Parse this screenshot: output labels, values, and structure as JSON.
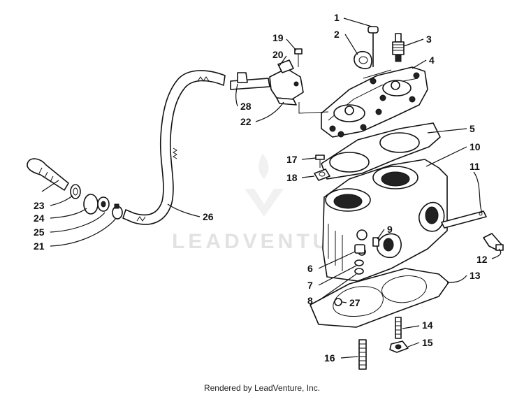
{
  "watermark": {
    "text": "LEADVENTURE"
  },
  "footer": {
    "text": "Rendered by LeadVenture, Inc."
  },
  "callouts": [
    {
      "id": "1",
      "label": "1"
    },
    {
      "id": "2",
      "label": "2"
    },
    {
      "id": "3",
      "label": "3"
    },
    {
      "id": "4",
      "label": "4"
    },
    {
      "id": "5",
      "label": "5"
    },
    {
      "id": "6",
      "label": "6"
    },
    {
      "id": "7",
      "label": "7"
    },
    {
      "id": "8",
      "label": "8"
    },
    {
      "id": "9",
      "label": "9"
    },
    {
      "id": "10",
      "label": "10"
    },
    {
      "id": "11",
      "label": "11"
    },
    {
      "id": "12",
      "label": "12"
    },
    {
      "id": "13",
      "label": "13"
    },
    {
      "id": "14",
      "label": "14"
    },
    {
      "id": "15",
      "label": "15"
    },
    {
      "id": "16",
      "label": "16"
    },
    {
      "id": "17",
      "label": "17"
    },
    {
      "id": "18",
      "label": "18"
    },
    {
      "id": "19",
      "label": "19"
    },
    {
      "id": "20",
      "label": "20"
    },
    {
      "id": "21",
      "label": "21"
    },
    {
      "id": "22",
      "label": "22"
    },
    {
      "id": "23",
      "label": "23"
    },
    {
      "id": "24",
      "label": "24"
    },
    {
      "id": "25",
      "label": "25"
    },
    {
      "id": "26",
      "label": "26"
    },
    {
      "id": "27",
      "label": "27"
    },
    {
      "id": "28",
      "label": "28"
    }
  ]
}
